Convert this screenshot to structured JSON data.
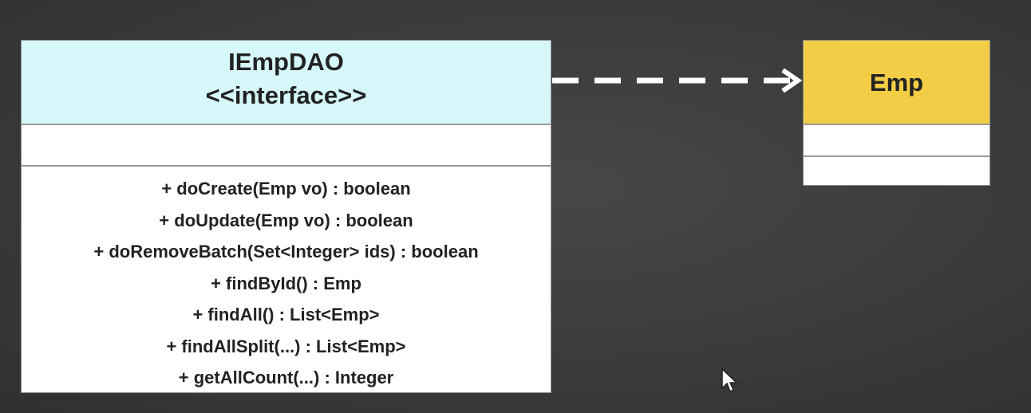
{
  "interface_class": {
    "name": "IEmpDAO",
    "stereotype": "<<interface>>",
    "methods": [
      "+ doCreate(Emp vo) : boolean",
      "+ doUpdate(Emp vo) : boolean",
      "+ doRemoveBatch(Set<Integer> ids) : boolean",
      "+ findById() : Emp",
      "+ findAll() : List<Emp>",
      "+ findAllSplit(...) : List<Emp>",
      "+ getAllCount(...) : Integer"
    ],
    "header_color": "#d6f8fb"
  },
  "target_class": {
    "name": "Emp",
    "header_color": "#f2cd45"
  },
  "relationship": {
    "type": "dependency",
    "line_style": "dashed",
    "arrow_color": "#ffffff"
  }
}
